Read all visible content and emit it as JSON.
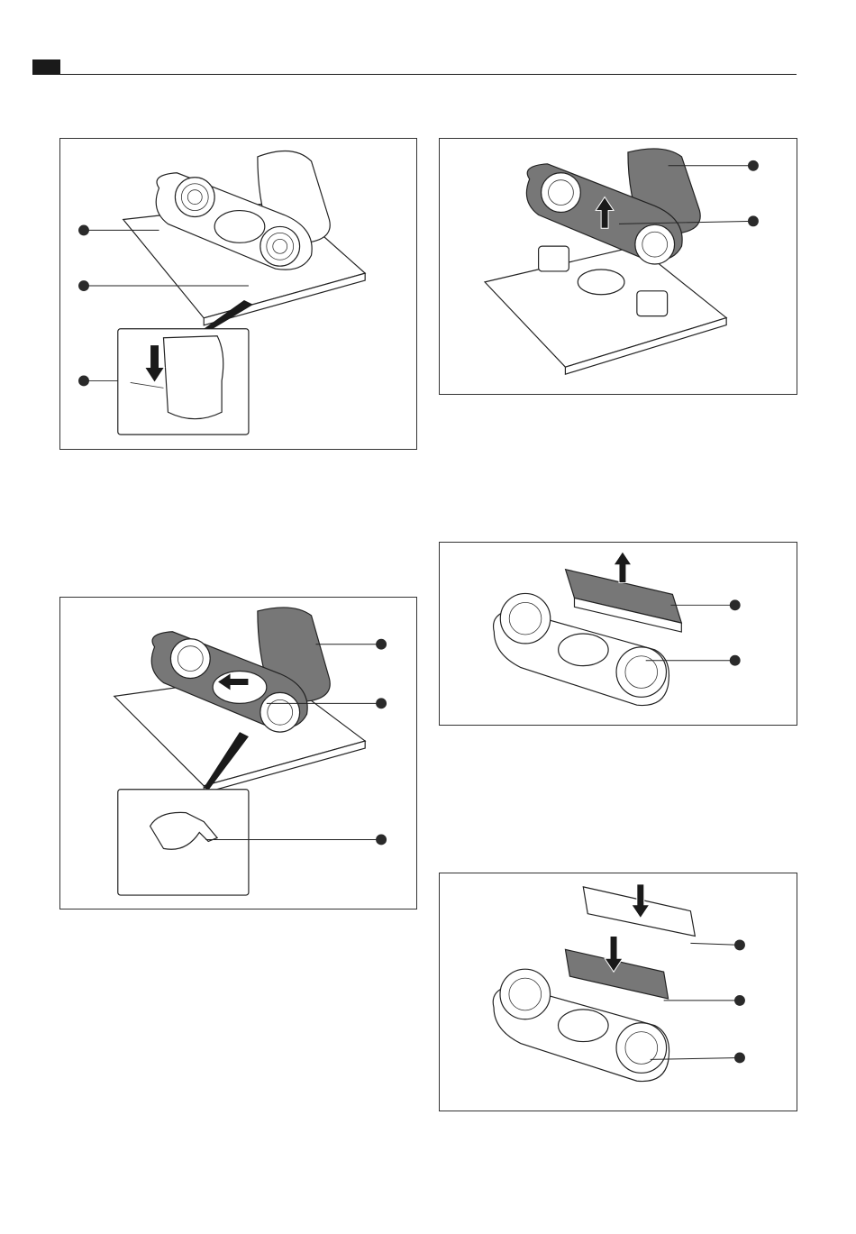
{
  "header": {
    "tab_color": "#1a1a1a"
  },
  "figures": [
    {
      "id": "fig1",
      "callouts": 3,
      "arrow": "down"
    },
    {
      "id": "fig2",
      "callouts": 2,
      "arrow": "up"
    },
    {
      "id": "fig3",
      "callouts": 2,
      "arrow": "up"
    },
    {
      "id": "fig4",
      "callouts": 3,
      "arrow": "left"
    },
    {
      "id": "fig5",
      "callouts": 3,
      "arrow": "down"
    }
  ]
}
